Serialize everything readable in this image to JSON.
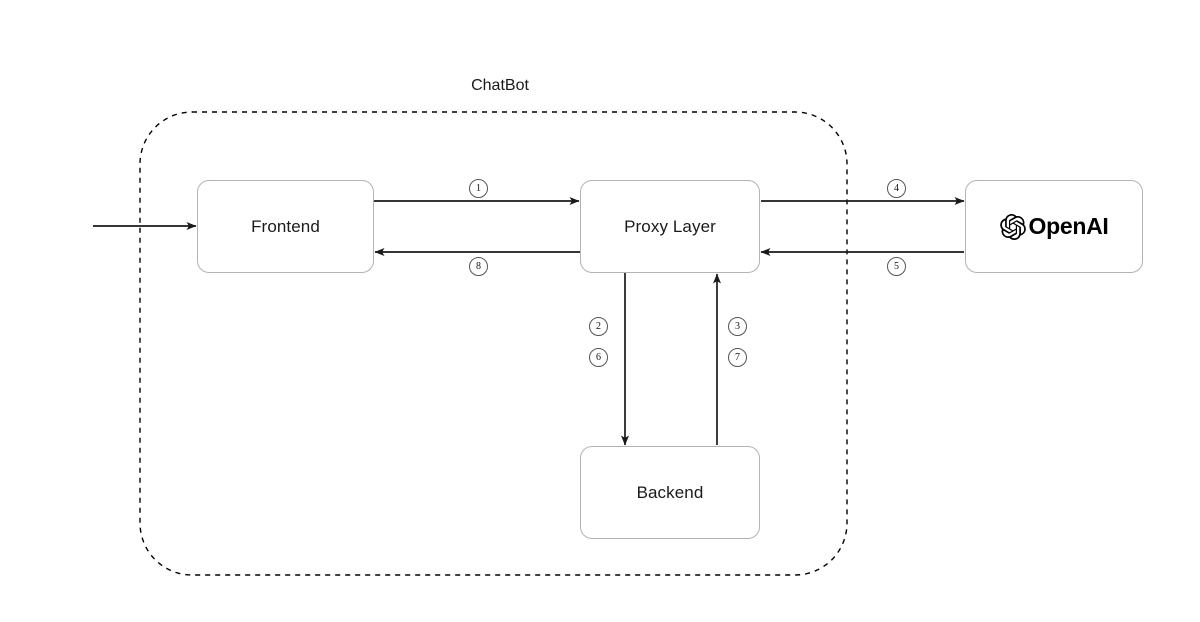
{
  "diagram": {
    "title": "ChatBot",
    "boundary": {
      "style": "dashed",
      "label": "ChatBot"
    },
    "nodes": [
      {
        "id": "frontend",
        "label": "Frontend"
      },
      {
        "id": "proxy",
        "label": "Proxy Layer"
      },
      {
        "id": "openai",
        "label": "OpenAI",
        "logo": "openai-logo-icon"
      },
      {
        "id": "backend",
        "label": "Backend"
      }
    ],
    "steps": [
      {
        "number": "1",
        "from": "frontend",
        "to": "proxy",
        "direction": "right"
      },
      {
        "number": "2",
        "from": "proxy",
        "to": "backend",
        "direction": "down"
      },
      {
        "number": "3",
        "from": "backend",
        "to": "proxy",
        "direction": "up"
      },
      {
        "number": "4",
        "from": "proxy",
        "to": "openai",
        "direction": "right"
      },
      {
        "number": "5",
        "from": "openai",
        "to": "proxy",
        "direction": "left"
      },
      {
        "number": "6",
        "from": "proxy",
        "to": "backend",
        "direction": "down"
      },
      {
        "number": "7",
        "from": "backend",
        "to": "proxy",
        "direction": "up"
      },
      {
        "number": "8",
        "from": "proxy",
        "to": "frontend",
        "direction": "left"
      }
    ],
    "colors": {
      "box_border": "#b3b3b3",
      "arrow": "#1a1a1a",
      "boundary": "#000000",
      "text": "#1a1a1a",
      "background": "#ffffff"
    }
  }
}
